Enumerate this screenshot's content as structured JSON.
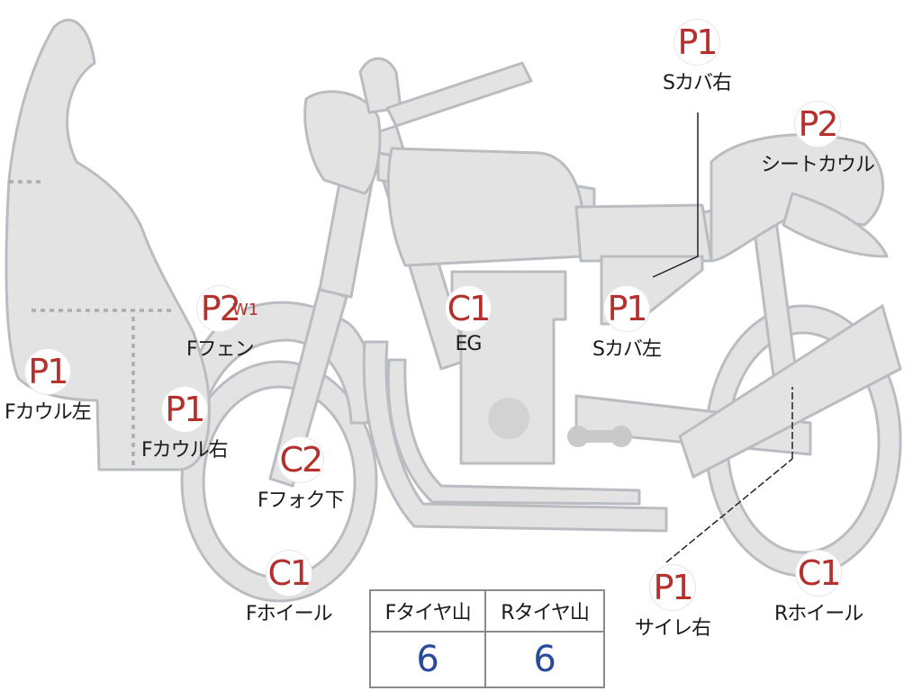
{
  "colors": {
    "part_fill": "#e3e3e3",
    "part_stroke": "#b9bcc0",
    "code_red": "#b5312d",
    "value_blue": "#2a4b9c"
  },
  "parts": [
    {
      "id": "s-cover-right",
      "code": "P1",
      "label": "Sカバ右"
    },
    {
      "id": "seat-cowl",
      "code": "P2",
      "label": "シートカウル"
    },
    {
      "id": "f-fender",
      "code": "P2",
      "extra": "W1",
      "label": "Fフェン"
    },
    {
      "id": "engine",
      "code": "C1",
      "label": "EG"
    },
    {
      "id": "s-cover-left",
      "code": "P1",
      "label": "Sカバ左"
    },
    {
      "id": "f-cowl-left",
      "code": "P1",
      "label": "Fカウル左"
    },
    {
      "id": "f-cowl-right",
      "code": "P1",
      "label": "Fカウル右"
    },
    {
      "id": "f-fork-lower",
      "code": "C2",
      "label": "Fフォク下"
    },
    {
      "id": "f-wheel",
      "code": "C1",
      "label": "Fホイール"
    },
    {
      "id": "muffler-right",
      "code": "P1",
      "label": "サイレ右"
    },
    {
      "id": "r-wheel",
      "code": "C1",
      "label": "Rホイール"
    }
  ],
  "tires": {
    "headers": [
      "Fタイヤ山",
      "Rタイヤ山"
    ],
    "values": [
      "6",
      "6"
    ]
  }
}
